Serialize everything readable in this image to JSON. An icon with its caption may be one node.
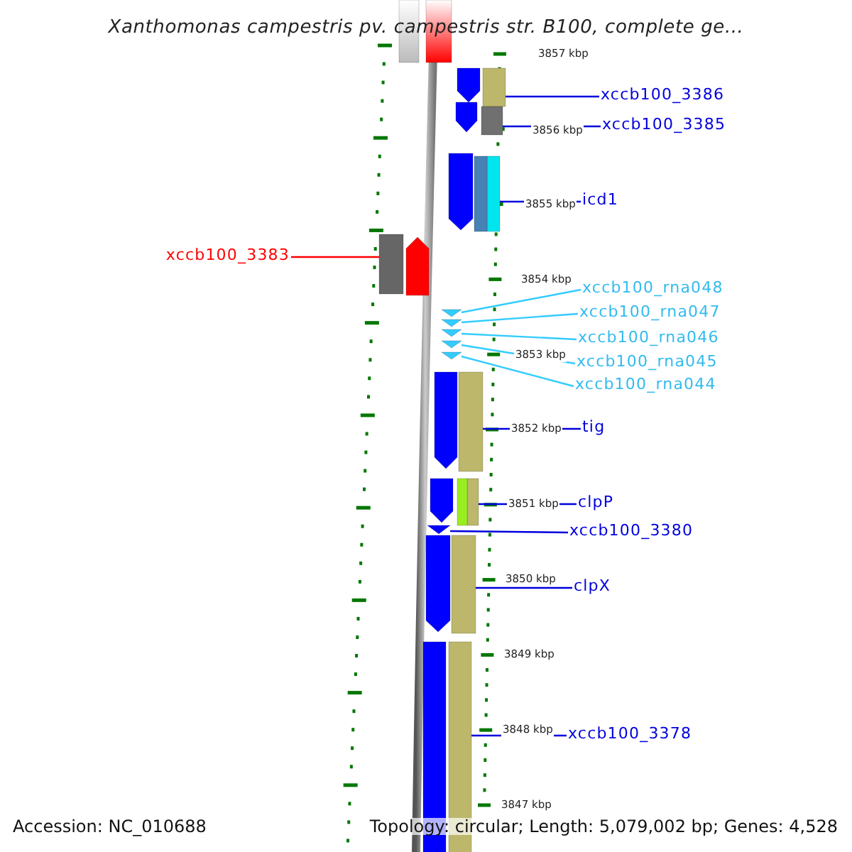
{
  "diagram": {
    "title": "Xanthomonas campestris pv. campestris str. B100, complete ge...",
    "nodes": [
      {
        "text": [
          "xccb100_3386"
        ]
      },
      {
        "text": [
          "xccb100_3385"
        ]
      },
      {
        "text": [
          "icd1"
        ]
      },
      {
        "text": [
          "xccb100_3383"
        ]
      },
      {
        "text": [
          "xccb100_rna048"
        ]
      },
      {
        "text": [
          "xccb100_rna047"
        ]
      },
      {
        "text": [
          "xccb100_rna046"
        ]
      },
      {
        "text": [
          "xccb100_rna045"
        ]
      },
      {
        "text": [
          "xccb100_rna044"
        ]
      },
      {
        "text": [
          "tig"
        ]
      },
      {
        "text": [
          "clpP"
        ]
      },
      {
        "text": [
          "xccb100_3380"
        ]
      },
      {
        "text": [
          "clpX"
        ]
      },
      {
        "text": [
          "xccb100_3378"
        ]
      },
      {
        "text": [],
        "shape": "bar"
      },
      {
        "text": [],
        "shape": "bar"
      },
      {
        "text": [],
        "shape": "bar"
      },
      {
        "text": [],
        "shape": "bar"
      },
      {
        "text": [],
        "shape": "triangle"
      },
      {
        "text": [],
        "shape": "triangle"
      },
      {
        "text": [],
        "shape": "triangle"
      },
      {
        "text": [],
        "shape": "triangle"
      },
      {
        "text": [],
        "shape": "triangle"
      },
      {
        "text": [],
        "shape": "bar"
      },
      {
        "text": [],
        "shape": "bar"
      },
      {
        "text": [],
        "shape": "triangle"
      },
      {
        "text": [],
        "shape": "bar"
      },
      {
        "text": [],
        "shape": "bar"
      },
      {
        "text": [],
        "shape": "bar"
      },
      {
        "text": [],
        "shape": "bar"
      },
      {
        "text": [],
        "shape": "bar"
      },
      {
        "text": [],
        "shape": "bar"
      },
      {
        "text": [],
        "shape": "bar"
      },
      {
        "text": [],
        "shape": "bar"
      },
      {
        "text": [],
        "shape": "bar"
      },
      {
        "text": [],
        "shape": "bar"
      },
      {
        "text": [],
        "shape": "bar"
      },
      {
        "text": [],
        "shape": "bar"
      },
      {
        "text": [],
        "shape": "bar"
      },
      {
        "text": [],
        "shape": "bar"
      }
    ],
    "edges": [
      {
        "from": 0,
        "to": 14,
        "arrow": "none"
      },
      {
        "from": 1,
        "to": 15,
        "arrow": "none"
      },
      {
        "from": 2,
        "to": 16,
        "arrow": "none"
      },
      {
        "from": 3,
        "to": 17,
        "arrow": "none",
        "color": "#ff0000"
      },
      {
        "from": 4,
        "to": 18,
        "arrow": "none",
        "color": "#33ccff"
      },
      {
        "from": 5,
        "to": 19,
        "arrow": "none",
        "color": "#33ccff"
      },
      {
        "from": 6,
        "to": 20,
        "arrow": "none",
        "color": "#33ccff"
      },
      {
        "from": 7,
        "to": 21,
        "arrow": "none",
        "color": "#33ccff"
      },
      {
        "from": 8,
        "to": 22,
        "arrow": "none",
        "color": "#33ccff"
      },
      {
        "from": 9,
        "to": 23,
        "arrow": "none"
      },
      {
        "from": 10,
        "to": 24,
        "arrow": "none"
      },
      {
        "from": 11,
        "to": 25,
        "arrow": "none"
      },
      {
        "from": 12,
        "to": 26,
        "arrow": "none"
      },
      {
        "from": 13,
        "to": 27,
        "arrow": "none"
      }
    ],
    "labels": [
      "3857 kbp",
      "3856 kbp",
      "3855 kbp",
      "3854 kbp",
      "3853 kbp",
      "3852 kbp",
      "3851 kbp",
      "3850 kbp",
      "3849 kbp",
      "3848 kbp",
      "3847 kbp",
      "Accession: NC_010688",
      "Topology: circular; Length: 5,079,002 bp; Genes: 4,528"
    ]
  }
}
